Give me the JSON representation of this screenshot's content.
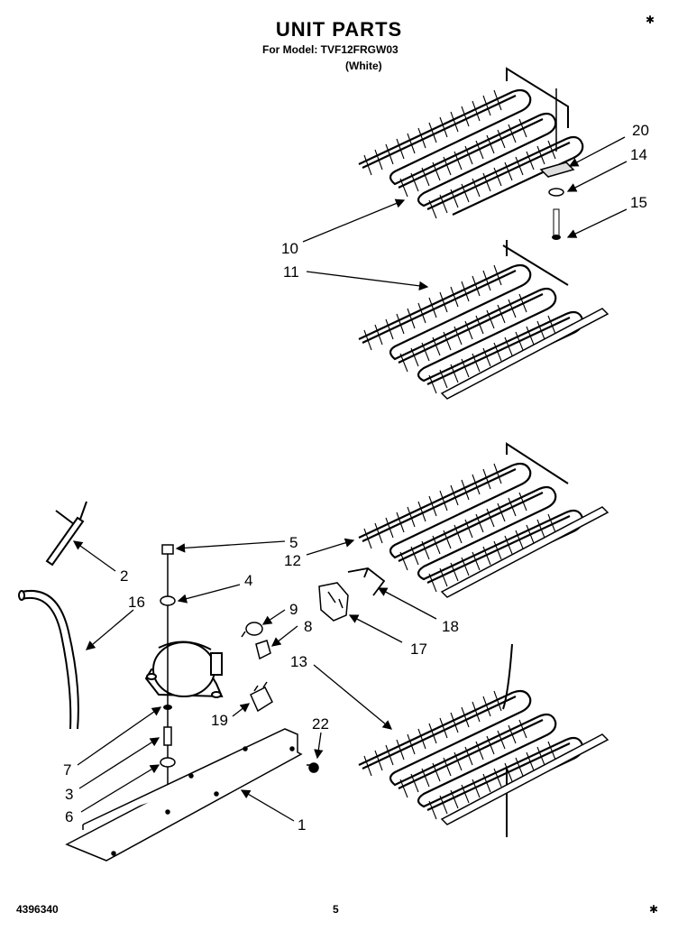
{
  "header": {
    "title": "UNIT PARTS",
    "model_line": "For Model: TVF12FRGW03",
    "color_line": "(White)"
  },
  "footer": {
    "doc_number": "4396340",
    "page_number": "5"
  },
  "callouts": [
    "20",
    "14",
    "15",
    "10",
    "11",
    "5",
    "12",
    "2",
    "4",
    "16",
    "9",
    "8",
    "18",
    "17",
    "13",
    "19",
    "22",
    "7",
    "3",
    "6",
    "1"
  ]
}
